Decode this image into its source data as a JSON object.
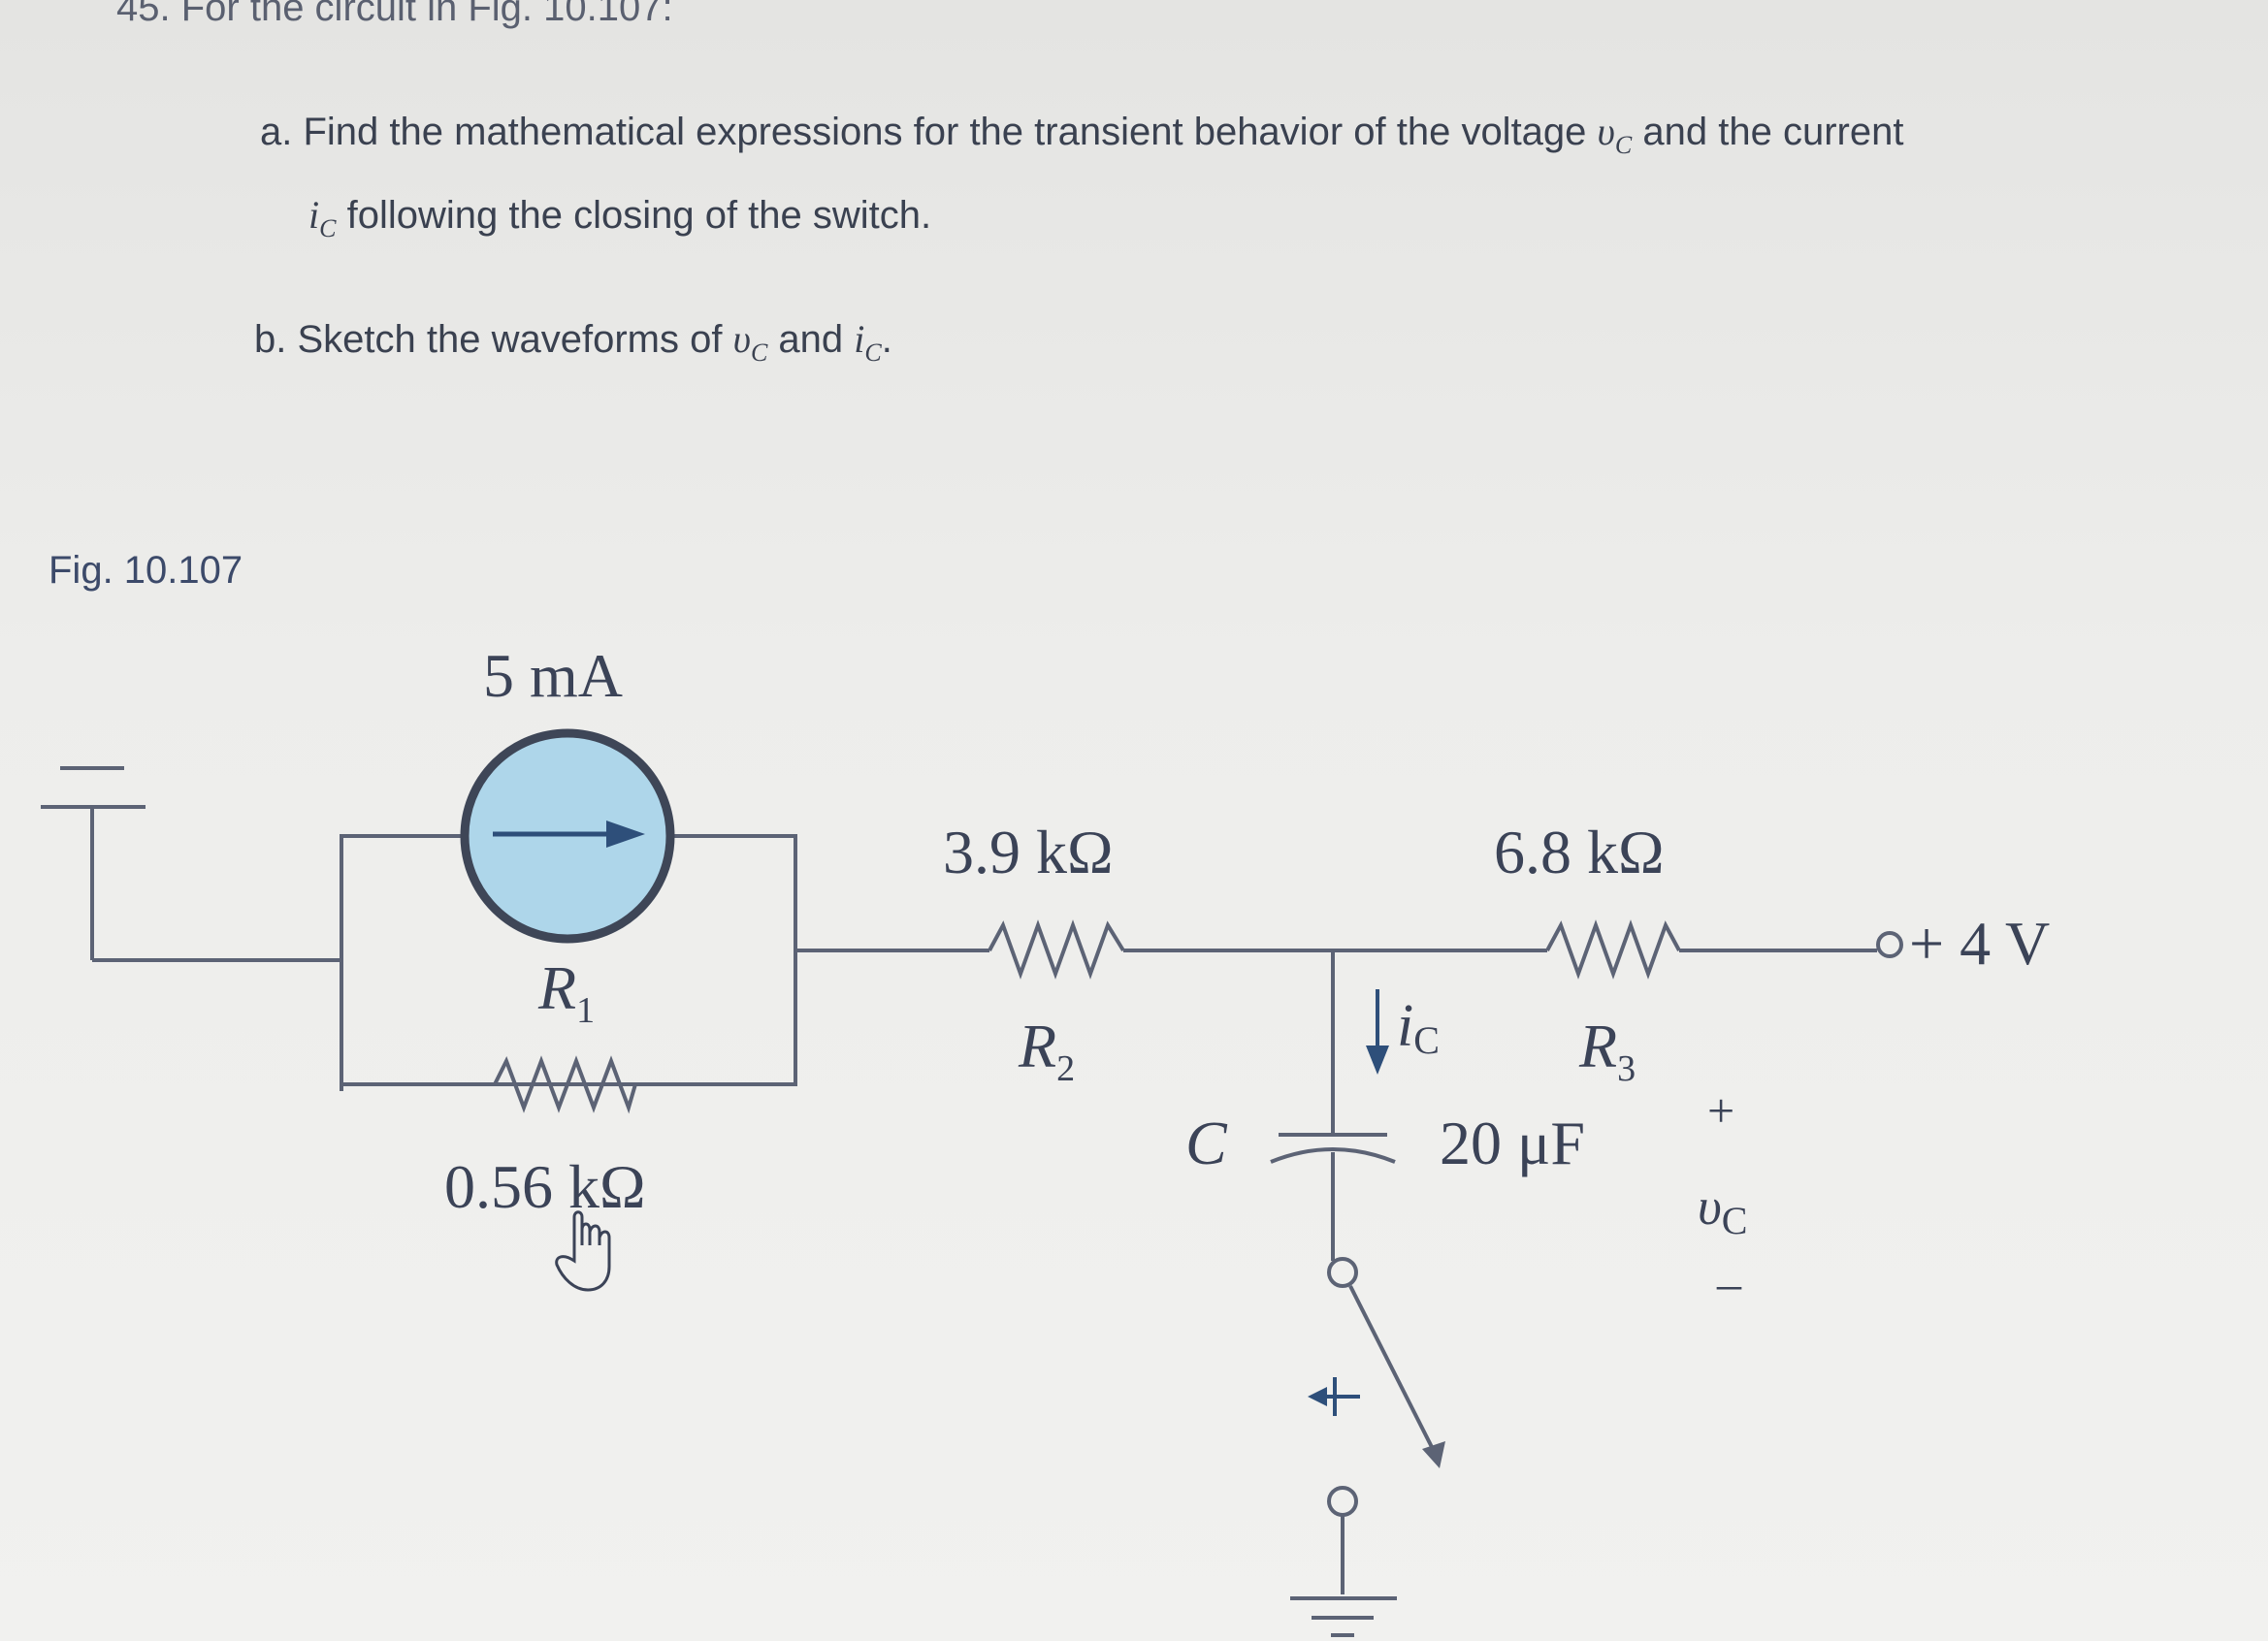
{
  "problem": {
    "header": "45. For the circuit in Fig. 10.107:",
    "part_a_line1": "a. Find the mathematical expressions for the transient behavior of the voltage",
    "part_a_var1": "υ",
    "part_a_var1_sub": "C",
    "part_a_mid": "and the current",
    "part_a_var2": "i",
    "part_a_var2_sub": "C",
    "part_a_line2_tail": "following the closing of the switch.",
    "part_b_prefix": "b. Sketch the waveforms of",
    "part_b_var1": "υ",
    "part_b_var1_sub": "C",
    "part_b_and": "and",
    "part_b_var2": "i",
    "part_b_var2_sub": "C",
    "part_b_end": "."
  },
  "figure": {
    "label": "Fig. 10.107",
    "source_label": "5 mA",
    "r1_name": "R",
    "r1_sub": "1",
    "r1_value": "0.56 kΩ",
    "r2_value": "3.9 kΩ",
    "r2_name": "R",
    "r2_sub": "2",
    "r3_value": "6.8 kΩ",
    "r3_name": "R",
    "r3_sub": "3",
    "cap_name": "C",
    "cap_value": "20 μF",
    "ic_label": "i",
    "ic_sub": "C",
    "vc_label": "υ",
    "vc_sub": "C",
    "vc_plus": "+",
    "vc_minus": "–",
    "supply_label": "+ 4 V"
  },
  "colors": {
    "wire": "#5c6375",
    "source_fill": "#aed6ea",
    "arrow_blue": "#2e4f7a"
  }
}
